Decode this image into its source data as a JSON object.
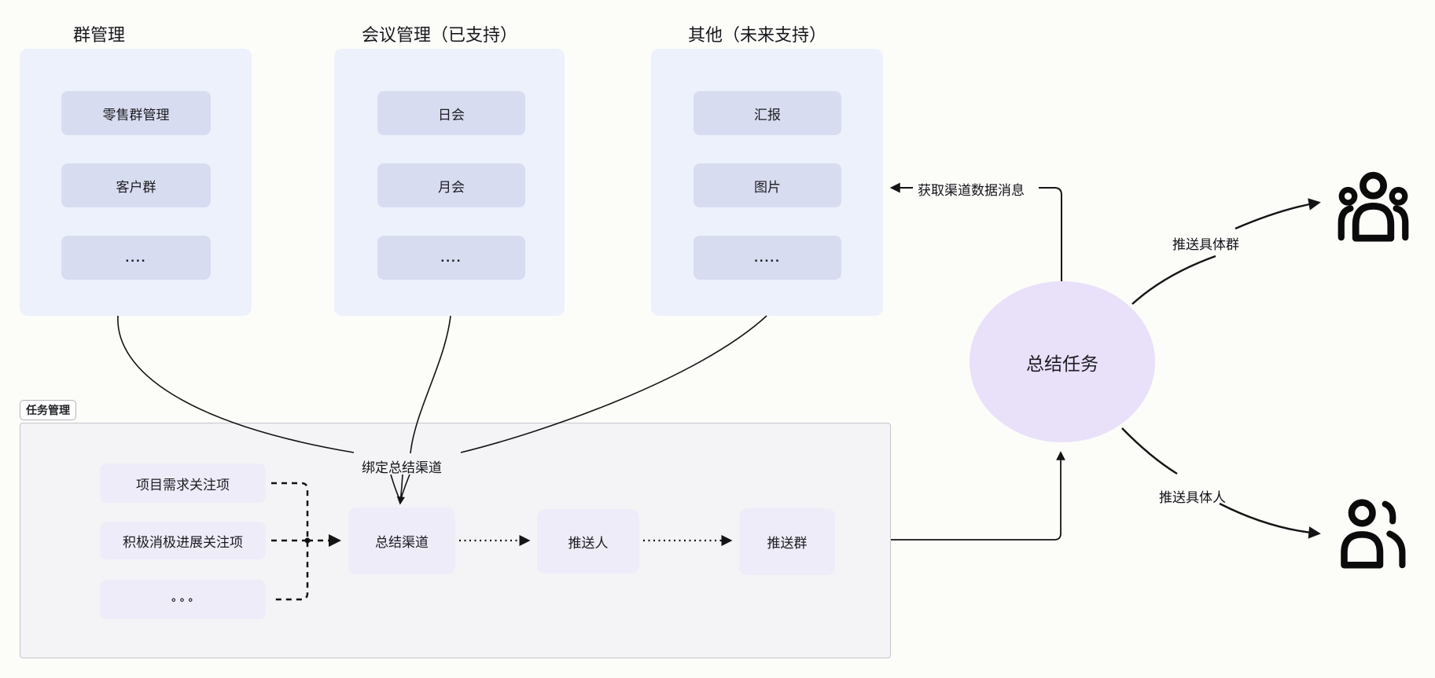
{
  "columns": [
    {
      "title": "群管理",
      "items": [
        "零售群管理",
        "客户群",
        "...."
      ]
    },
    {
      "title": "会议管理（已支持）",
      "items": [
        "日会",
        "月会",
        "...."
      ]
    },
    {
      "title": "其他（未来支持）",
      "items": [
        "汇报",
        "图片",
        "....."
      ]
    }
  ],
  "task_panel": {
    "label": "任务管理",
    "focus_items": [
      "项目需求关注项",
      "积极消极进展关注项",
      "∘∘∘"
    ],
    "flow_nodes": [
      "总结渠道",
      "推送人",
      "推送群"
    ]
  },
  "summary_node": {
    "label": "总结任务"
  },
  "edge_labels": {
    "bind_channel": "绑定总结渠道",
    "get_channel_data": "获取渠道数据消息",
    "push_group": "推送具体群",
    "push_person": "推送具体人"
  },
  "icons": {
    "group": "group-of-people-icon",
    "person": "two-person-icon"
  },
  "colors": {
    "page_bg": "#fcfcf9",
    "container_bg": "#edf1fb",
    "container_item_bg": "#d8dcf1",
    "panel_bg": "#f4f4f6",
    "panel_border": "#c7c7cc",
    "task_item_bg": "#efecf9",
    "circle_bg": "#e9e0f9",
    "line": "#141414",
    "text": "#16171b"
  }
}
